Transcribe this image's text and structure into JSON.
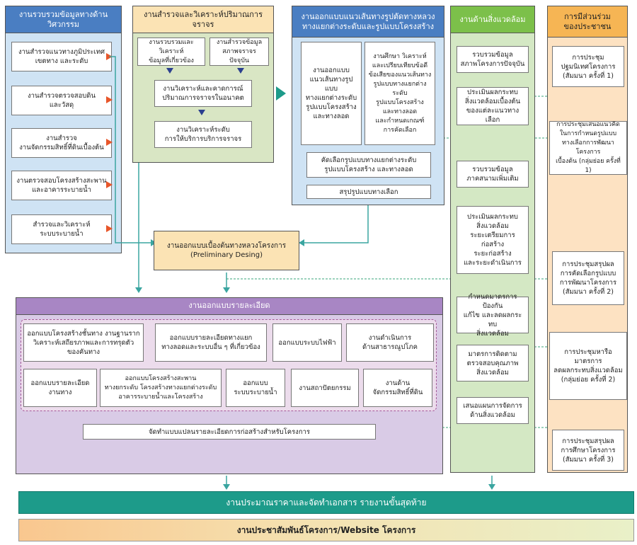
{
  "col1": {
    "title": "งานรวบรวมข้อมูลทางด้านวิศวกรรม",
    "items": [
      "งานสำรวจแนวทางภูมิประเทศ\nเขตทาง และระดับ",
      "งานสำรวจตรวจสอบดิน\nและวัสดุ",
      "งานสำรวจ\nงานจัดกรรมสิทธิ์ที่ดินเบื้องต้น",
      "งานตรวจสอบโครงสร้างสะพาน\nและอาคารระบายน้ำ",
      "สำรวจและวิเคราะห์\nระบบระบายน้ำ"
    ]
  },
  "col2": {
    "title": "งานสำรวจและวิเคราะห์ปริมาณการจราจร",
    "box_a": "งานรวบรวมและวิเคราะห์\nข้อมูลที่เกี่ยวข้อง",
    "box_b": "งานสำรวจข้อมูล\nสภาพจราจรปัจจุบัน",
    "box_c": "งานวิเคราะห์และคาดการณ์\nปริมาณการจราจรในอนาคต",
    "box_d": "งานวิเคราะห์ระดับ\nการให้บริการบริการจราจร"
  },
  "col3": {
    "title": "งานออกแบบแนวเส้นทางรูปตัดทางหลวง\nทางแยกต่างระดับและรูปแบบโครงสร้าง",
    "box_a": "งานออกแบบ\nแนวเส้นทางรูปแบบ\nทางแยกต่างระดับ\nรูปแบบโครงสร้าง\nและทางลอด",
    "box_b": "งานศึกษา วิเคราะห์\nและเปรียบเทียบข้อดี\nข้อเสียของแนวเส้นทาง\nรูปแบบทางแยกต่างระดับ\nรูปแบบโครงสร้าง\nและทางลอด\nและกำหนดเกณฑ์\nการคัดเลือก",
    "box_c": "คัดเลือกรูปแบบทางแยกต่างระดับ\nรูปแบบโครงสร้าง และทางลอด",
    "box_d": "สรุปรูปแบบทางเลือก"
  },
  "col4": {
    "title": "งานด้านสิ่งแวดล้อม",
    "items": [
      "รวบรวมข้อมูล\nสภาพโครงการปัจจุบัน",
      "ประเมินผลกระทบ\nสิ่งแวดล้อมเบื้องต้น\nของแต่ละแนวทางเลือก",
      "รวบรวมข้อมูล\nภาคสนามเพิ่มเติม",
      "ประเมินผลกระทบ\nสิ่งแวดล้อม\nระยะเตรียมการก่อสร้าง\nระยะก่อสร้าง\nและระยะดำเนินการ",
      "กำหนดมาตรการ ป้องกัน\nแก้ไข และลดผลกระทบ\nสิ่งแวดล้อม",
      "มาตรการติดตาม\nตรวจสอบคุณภาพ\nสิ่งแวดล้อม",
      "เสนอแผนการจัดการ\nด้านสิ่งแวดล้อม"
    ]
  },
  "col5": {
    "title": "การมีส่วนร่วม\nของประชาชน",
    "items": [
      "การประชุม\nปฐมนิเทศโครงการ\n(สัมมนา ครั้งที่ 1)",
      "การประชุมเสนอแนวคิด\nในการกำหนดรูปแบบ\nทางเลือกการพัฒนาโครงการ\nเบื้องต้น (กลุ่มย่อย ครั้งที่ 1)",
      "การประชุมสรุปผล\nการคัดเลือกรูปแบบ\nการพัฒนาโครงการ\n(สัมมนา ครั้งที่ 2)",
      "การประชุมหารือมาตรการ\nลดผลกระทบสิ่งแวดล้อม\n(กลุ่มย่อย ครั้งที่ 2)",
      "การประชุมสรุปผล\nการศึกษาโครงการ\n(สัมมนา ครั้งที่ 3)"
    ]
  },
  "preliminary": "งานออกแบบเบื้องต้นทางหลวงโครงการ\n(Preliminary Desing)",
  "detail": {
    "title": "งานออกแบบรายละเอียด",
    "row1": [
      "ออกแบบโครงสร้างชั้นทาง งานฐานราก\nวิเคราะห์เสถียรภาพและการทรุดตัว\nของคันทาง",
      "ออกแบบรายละเอียดทางแยก\nทางลอดและระบบอื่น ๆ ที่เกี่ยวข้อง",
      "ออกแบบระบบไฟฟ้า",
      "งานดำเนินการ\nด้านสาธารณูปโภค"
    ],
    "row2": [
      "ออกแบบรายละเอียด\nงานทาง",
      "ออกแบบโครงสร้างสะพาน\nทางยกระดับ โครงสร้างทางแยกต่างระดับ\nอาคารระบายน้ำและโครงสร้าง",
      "ออกแบบ\nระบบระบายน้ำ",
      "งานสถาปัตยกรรม",
      "งานด้าน\nจัดกรรมสิทธิ์ที่ดิน"
    ],
    "plan": "จัดทำแบบแปลนรายละเอียดการก่อสร้างสำหรับโครงการ"
  },
  "final_report": "งานประมาณราคาและจัดทำเอกสาร รายงานขั้นสุดท้าย",
  "pr": "งานประชาสัมพันธ์โครงการ/Website โครงการ",
  "colors": {
    "col1_bg": "#cfe3f4",
    "col1_hdr": "#4a7ec2",
    "col2_bg": "#d9e6c4",
    "col2_hdr": "#fbe3b4",
    "col3_bg": "#cfe3f4",
    "col3_hdr": "#4a7ec2",
    "col4_bg": "#d4e8c4",
    "col4_hdr": "#7cc04a",
    "col5_bg": "#fde2c2",
    "col5_hdr": "#f6b554",
    "detail_bg": "#d9cbe6",
    "detail_hdr": "#a886c4",
    "prelim_bg": "#fbe3b4",
    "final_bg": "#1d9b8a",
    "arrow_orange": "#e8562a",
    "arrow_blue": "#2b3f8f",
    "arrow_teal": "#3aa5a0"
  }
}
